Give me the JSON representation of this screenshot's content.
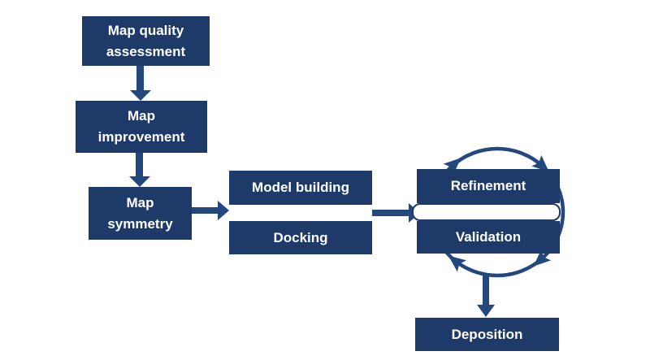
{
  "diagram": {
    "type": "flowchart",
    "subject": "cryo-EM map to model workflow",
    "background": "#ffffff",
    "colors": {
      "node_fill": "#1e3a68",
      "node_text": "#ffffff",
      "arrow": "#24477d",
      "cycle_stroke": "#24477d",
      "gap_fill": "#ffffff",
      "gap_outline": "#1e3a68"
    },
    "nodes": {
      "map_quality_assessment": {
        "label": "Map quality\nassessment"
      },
      "map_improvement": {
        "label": "Map\nimprovement"
      },
      "map_symmetry": {
        "label": "Map\nsymmetry"
      },
      "model_building": {
        "label": "Model building"
      },
      "docking": {
        "label": "Docking"
      },
      "refinement": {
        "label": "Refinement"
      },
      "validation": {
        "label": "Validation"
      },
      "deposition": {
        "label": "Deposition"
      }
    },
    "edges": [
      {
        "from": "map_quality_assessment",
        "to": "map_improvement",
        "type": "arrow-down"
      },
      {
        "from": "map_improvement",
        "to": "map_symmetry",
        "type": "arrow-down"
      },
      {
        "from": "map_symmetry",
        "to": "model_building_docking",
        "type": "arrow-right"
      },
      {
        "from": "model_building_docking",
        "to": "refinement_validation",
        "type": "arrow-right"
      },
      {
        "from": "refinement_validation",
        "to": "refinement_validation",
        "type": "cycle-clockwise"
      },
      {
        "from": "refinement_validation",
        "to": "deposition",
        "type": "arrow-down"
      }
    ]
  }
}
